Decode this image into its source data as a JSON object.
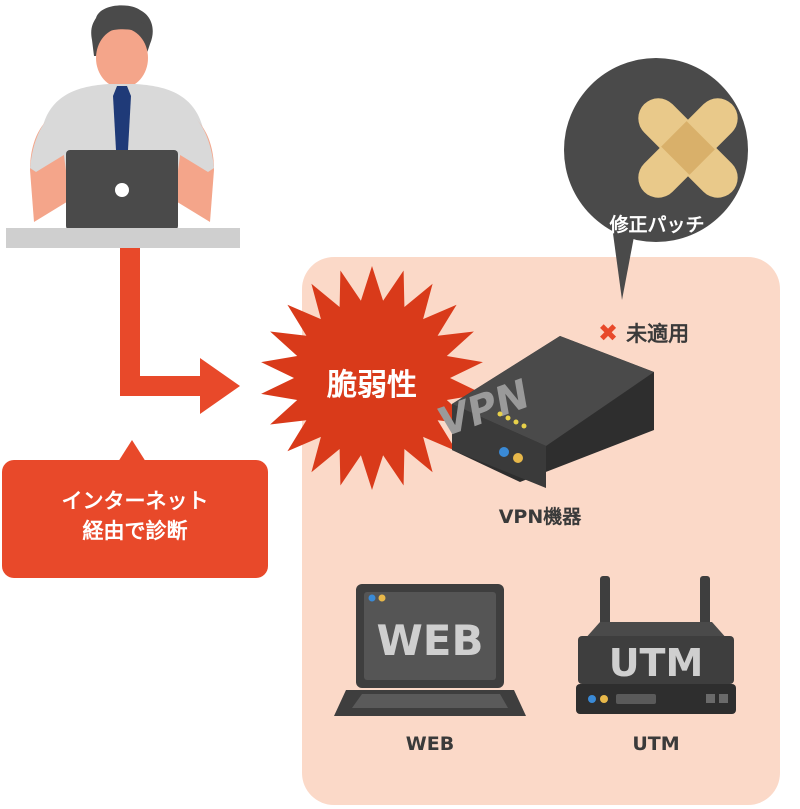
{
  "diagnosis": {
    "line1": "インターネット",
    "line2": "経由で診断"
  },
  "patch": {
    "label": "修正パッチ",
    "status": "未適用"
  },
  "vulnerability": {
    "label": "脆弱性"
  },
  "devices": {
    "vpn": {
      "screen_text": "VPN",
      "label": "VPN機器"
    },
    "web": {
      "screen_text": "WEB",
      "label": "WEB"
    },
    "utm": {
      "screen_text": "UTM",
      "label": "UTM"
    }
  },
  "colors": {
    "accent_orange": "#e8492a",
    "zone_fill": "#fbd9c8",
    "starburst": "#d93a1a",
    "device_dark": "#3e3e3e",
    "bubble_dark": "#4a4a4a",
    "bandage": "#e9c98a"
  },
  "icons": [
    "person-at-laptop-icon",
    "arrow-icon",
    "bandage-icon",
    "x-mark-icon",
    "vpn-device-icon",
    "laptop-icon",
    "router-icon",
    "starburst-icon"
  ]
}
